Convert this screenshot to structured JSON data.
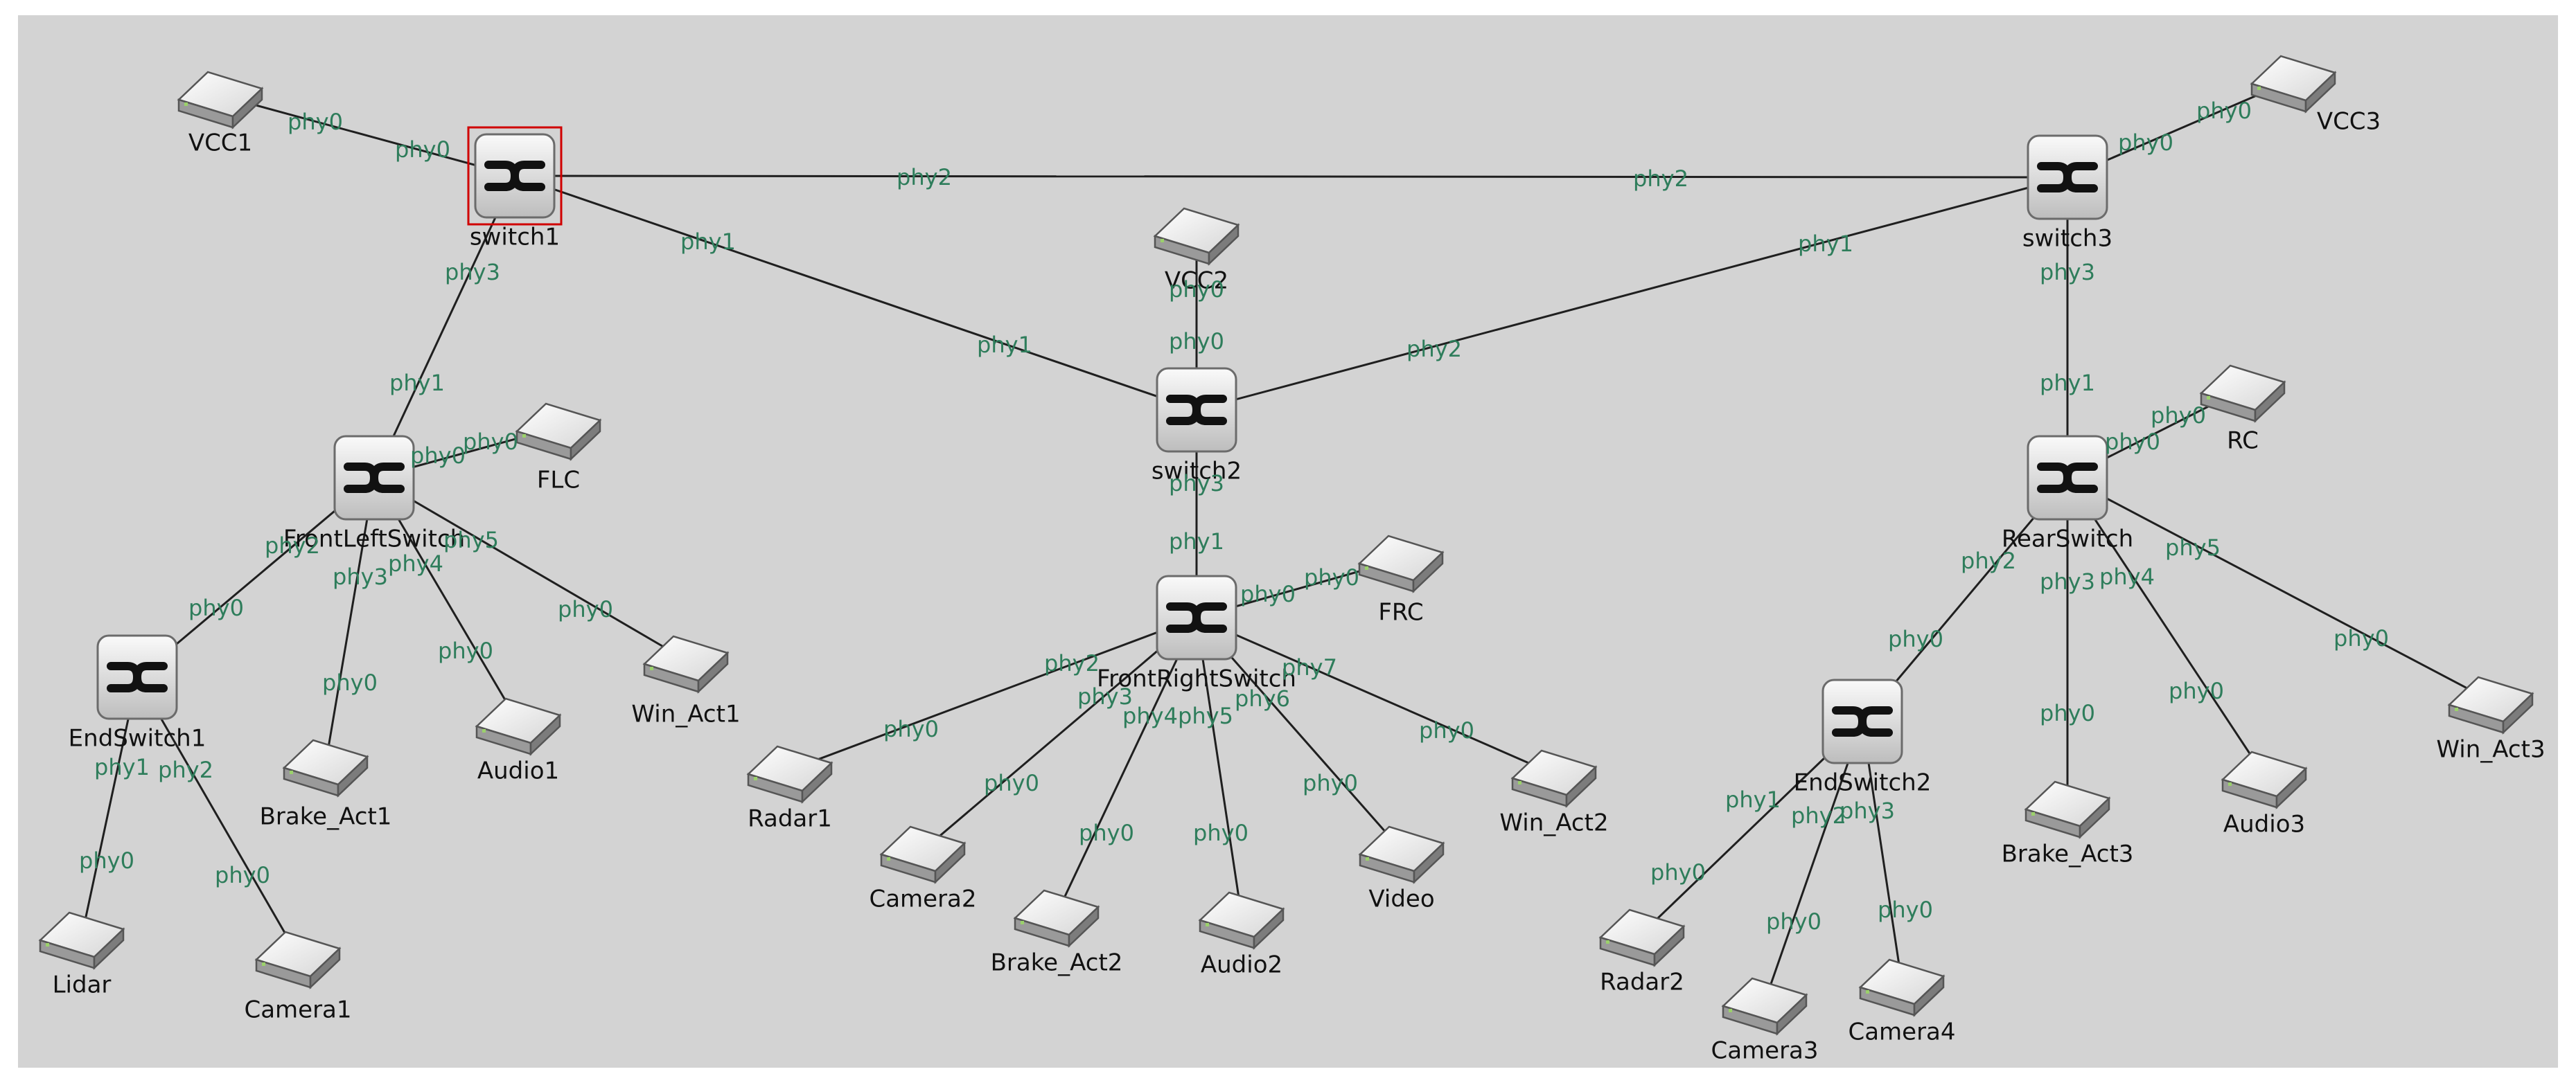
{
  "colors": {
    "background": "#d3d3d3",
    "link": "#1f1f1f",
    "port_label": "#2e7d5b",
    "selection": "#d00000"
  },
  "selected_node": "switch1",
  "nodes": [
    {
      "id": "VCC1",
      "label": "VCC1",
      "kind": "host",
      "icon": "host-device-icon"
    },
    {
      "id": "switch1",
      "label": "switch1",
      "kind": "switch",
      "icon": "switch-icon"
    },
    {
      "id": "switch3",
      "label": "switch3",
      "kind": "switch",
      "icon": "switch-icon"
    },
    {
      "id": "VCC3",
      "label": "VCC3",
      "kind": "host",
      "icon": "host-device-icon"
    },
    {
      "id": "VCC2",
      "label": "VCC2",
      "kind": "host",
      "icon": "host-device-icon"
    },
    {
      "id": "switch2",
      "label": "switch2",
      "kind": "switch",
      "icon": "switch-icon"
    },
    {
      "id": "FrontLeftSwitch",
      "label": "FrontLeftSwitch",
      "kind": "switch",
      "icon": "switch-icon"
    },
    {
      "id": "FLC",
      "label": "FLC",
      "kind": "host",
      "icon": "host-device-icon"
    },
    {
      "id": "EndSwitch1",
      "label": "EndSwitch1",
      "kind": "switch",
      "icon": "switch-icon"
    },
    {
      "id": "Brake_Act1",
      "label": "Brake_Act1",
      "kind": "host",
      "icon": "host-device-icon"
    },
    {
      "id": "Audio1",
      "label": "Audio1",
      "kind": "host",
      "icon": "host-device-icon"
    },
    {
      "id": "Win_Act1",
      "label": "Win_Act1",
      "kind": "host",
      "icon": "host-device-icon"
    },
    {
      "id": "Lidar",
      "label": "Lidar",
      "kind": "host",
      "icon": "host-device-icon"
    },
    {
      "id": "Camera1",
      "label": "Camera1",
      "kind": "host",
      "icon": "host-device-icon"
    },
    {
      "id": "FrontRightSwitch",
      "label": "FrontRightSwitch",
      "kind": "switch",
      "icon": "switch-icon"
    },
    {
      "id": "FRC",
      "label": "FRC",
      "kind": "host",
      "icon": "host-device-icon"
    },
    {
      "id": "Radar1",
      "label": "Radar1",
      "kind": "host",
      "icon": "host-device-icon"
    },
    {
      "id": "Camera2",
      "label": "Camera2",
      "kind": "host",
      "icon": "host-device-icon"
    },
    {
      "id": "Brake_Act2",
      "label": "Brake_Act2",
      "kind": "host",
      "icon": "host-device-icon"
    },
    {
      "id": "Audio2",
      "label": "Audio2",
      "kind": "host",
      "icon": "host-device-icon"
    },
    {
      "id": "Video",
      "label": "Video",
      "kind": "host",
      "icon": "host-device-icon"
    },
    {
      "id": "Win_Act2",
      "label": "Win_Act2",
      "kind": "host",
      "icon": "host-device-icon"
    },
    {
      "id": "RearSwitch",
      "label": "RearSwitch",
      "kind": "switch",
      "icon": "switch-icon"
    },
    {
      "id": "RC",
      "label": "RC",
      "kind": "host",
      "icon": "host-device-icon"
    },
    {
      "id": "EndSwitch2",
      "label": "EndSwitch2",
      "kind": "switch",
      "icon": "switch-icon"
    },
    {
      "id": "Brake_Act3",
      "label": "Brake_Act3",
      "kind": "host",
      "icon": "host-device-icon"
    },
    {
      "id": "Audio3",
      "label": "Audio3",
      "kind": "host",
      "icon": "host-device-icon"
    },
    {
      "id": "Win_Act3",
      "label": "Win_Act3",
      "kind": "host",
      "icon": "host-device-icon"
    },
    {
      "id": "Radar2",
      "label": "Radar2",
      "kind": "host",
      "icon": "host-device-icon"
    },
    {
      "id": "Camera3",
      "label": "Camera3",
      "kind": "host",
      "icon": "host-device-icon"
    },
    {
      "id": "Camera4",
      "label": "Camera4",
      "kind": "host",
      "icon": "host-device-icon"
    }
  ],
  "links": [
    {
      "a": "VCC1",
      "a_port": "phy0",
      "b": "switch1",
      "b_port": "phy0"
    },
    {
      "a": "switch1",
      "a_port": "phy2",
      "b": "switch3",
      "b_port": "phy2"
    },
    {
      "a": "switch1",
      "a_port": "phy1",
      "b": "switch2",
      "b_port": "phy1"
    },
    {
      "a": "switch3",
      "a_port": "phy1",
      "b": "switch2",
      "b_port": "phy2"
    },
    {
      "a": "VCC3",
      "a_port": "phy0",
      "b": "switch3",
      "b_port": "phy0"
    },
    {
      "a": "VCC2",
      "a_port": "phy0",
      "b": "switch2",
      "b_port": "phy0"
    },
    {
      "a": "switch1",
      "a_port": "phy3",
      "b": "FrontLeftSwitch",
      "b_port": "phy1"
    },
    {
      "a": "FLC",
      "a_port": "phy0",
      "b": "FrontLeftSwitch",
      "b_port": "phy0"
    },
    {
      "a": "FrontLeftSwitch",
      "a_port": "phy2",
      "b": "EndSwitch1",
      "b_port": "phy0"
    },
    {
      "a": "FrontLeftSwitch",
      "a_port": "phy3",
      "b": "Brake_Act1",
      "b_port": "phy0"
    },
    {
      "a": "FrontLeftSwitch",
      "a_port": "phy4",
      "b": "Audio1",
      "b_port": "phy0"
    },
    {
      "a": "FrontLeftSwitch",
      "a_port": "phy5",
      "b": "Win_Act1",
      "b_port": "phy0"
    },
    {
      "a": "EndSwitch1",
      "a_port": "phy1",
      "b": "Lidar",
      "b_port": "phy0"
    },
    {
      "a": "EndSwitch1",
      "a_port": "phy2",
      "b": "Camera1",
      "b_port": "phy0"
    },
    {
      "a": "switch2",
      "a_port": "phy3",
      "b": "FrontRightSwitch",
      "b_port": "phy1"
    },
    {
      "a": "FRC",
      "a_port": "phy0",
      "b": "FrontRightSwitch",
      "b_port": "phy0"
    },
    {
      "a": "FrontRightSwitch",
      "a_port": "phy2",
      "b": "Radar1",
      "b_port": "phy0"
    },
    {
      "a": "FrontRightSwitch",
      "a_port": "phy3",
      "b": "Camera2",
      "b_port": "phy0"
    },
    {
      "a": "FrontRightSwitch",
      "a_port": "phy4",
      "b": "Brake_Act2",
      "b_port": "phy0"
    },
    {
      "a": "FrontRightSwitch",
      "a_port": "phy5",
      "b": "Audio2",
      "b_port": "phy0"
    },
    {
      "a": "FrontRightSwitch",
      "a_port": "phy6",
      "b": "Video",
      "b_port": "phy0"
    },
    {
      "a": "FrontRightSwitch",
      "a_port": "phy7",
      "b": "Win_Act2",
      "b_port": "phy0"
    },
    {
      "a": "switch3",
      "a_port": "phy3",
      "b": "RearSwitch",
      "b_port": "phy1"
    },
    {
      "a": "RC",
      "a_port": "phy0",
      "b": "RearSwitch",
      "b_port": "phy0"
    },
    {
      "a": "RearSwitch",
      "a_port": "phy2",
      "b": "EndSwitch2",
      "b_port": "phy0"
    },
    {
      "a": "RearSwitch",
      "a_port": "phy3",
      "b": "Brake_Act3",
      "b_port": "phy0"
    },
    {
      "a": "RearSwitch",
      "a_port": "phy4",
      "b": "Audio3",
      "b_port": "phy0"
    },
    {
      "a": "RearSwitch",
      "a_port": "phy5",
      "b": "Win_Act3",
      "b_port": "phy0"
    },
    {
      "a": "EndSwitch2",
      "a_port": "phy1",
      "b": "Radar2",
      "b_port": "phy0"
    },
    {
      "a": "EndSwitch2",
      "a_port": "phy2",
      "b": "Camera3",
      "b_port": "phy0"
    },
    {
      "a": "EndSwitch2",
      "a_port": "phy3",
      "b": "Camera4",
      "b_port": "phy0"
    }
  ]
}
